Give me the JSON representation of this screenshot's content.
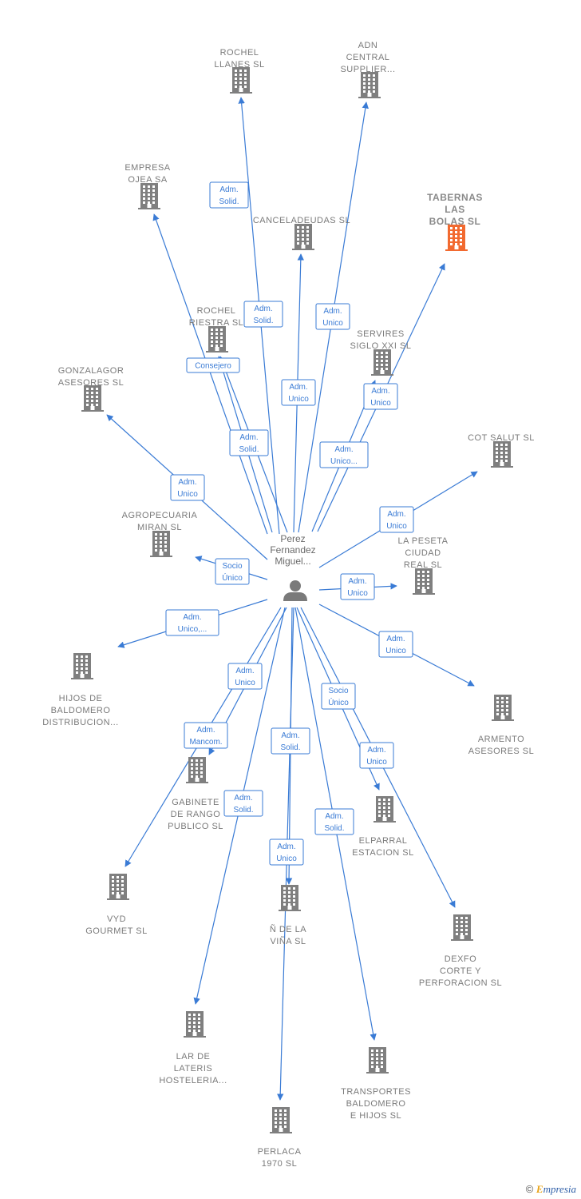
{
  "center": {
    "label_lines": [
      "Perez",
      "Fernandez",
      "Miguel..."
    ],
    "icon": "person-icon"
  },
  "nodes": [
    {
      "id": "rochel-llanes",
      "lines": [
        "ROCHEL",
        "LLANES  SL"
      ]
    },
    {
      "id": "adn-central",
      "lines": [
        "ADN",
        "CENTRAL",
        "SUPPLIER..."
      ]
    },
    {
      "id": "empresa-ojea",
      "lines": [
        "EMPRESA",
        "OJEA SA"
      ]
    },
    {
      "id": "tabernas",
      "lines": [
        "TABERNAS",
        "LAS",
        "BOLAS  SL"
      ],
      "highlight": true
    },
    {
      "id": "canceladeudas",
      "lines": [
        "CANCELADEUDAS SL"
      ]
    },
    {
      "id": "rochel-riestra",
      "lines": [
        "ROCHEL",
        "RIESTRA  SL"
      ]
    },
    {
      "id": "servires",
      "lines": [
        "SERVIRES",
        "SIGLO XXI  SL"
      ]
    },
    {
      "id": "gonzalagor",
      "lines": [
        "GONZALAGOR",
        "ASESORES  SL"
      ]
    },
    {
      "id": "cot-salut",
      "lines": [
        "COT SALUT SL"
      ]
    },
    {
      "id": "agropecuaria",
      "lines": [
        "AGROPECUARIA",
        "MIRAN  SL"
      ]
    },
    {
      "id": "la-peseta",
      "lines": [
        "LA PESETA",
        "CIUDAD",
        "REAL  SL"
      ]
    },
    {
      "id": "hijos-baldomero",
      "lines": [
        "HIJOS DE",
        "BALDOMERO",
        "DISTRIBUCION..."
      ]
    },
    {
      "id": "armento",
      "lines": [
        "ARMENTO",
        "ASESORES  SL"
      ]
    },
    {
      "id": "gabinete",
      "lines": [
        "GABINETE",
        "DE RANGO",
        "PUBLICO  SL"
      ]
    },
    {
      "id": "elparral",
      "lines": [
        "ELPARRAL",
        "ESTACION SL"
      ]
    },
    {
      "id": "vyd",
      "lines": [
        "VYD",
        "GOURMET  SL"
      ]
    },
    {
      "id": "n-vina",
      "lines": [
        "Ñ DE LA",
        "VIÑA SL"
      ]
    },
    {
      "id": "dexfo",
      "lines": [
        "DEXFO",
        "CORTE Y",
        "PERFORACION SL"
      ]
    },
    {
      "id": "lar-lateris",
      "lines": [
        "LAR DE",
        "LATERIS",
        "HOSTELERIA..."
      ]
    },
    {
      "id": "transportes",
      "lines": [
        "TRANSPORTES",
        "BALDOMERO",
        "E HIJOS SL"
      ]
    },
    {
      "id": "perlaca",
      "lines": [
        "PERLACA",
        "1970 SL"
      ]
    }
  ],
  "edges": [
    {
      "to": "rochel-llanes",
      "label": [
        "Adm.",
        "Solid."
      ]
    },
    {
      "to": "adn-central",
      "label": [
        "Adm.",
        "Unico"
      ]
    },
    {
      "to": "empresa-ojea",
      "label": [
        "Adm.",
        "Solid."
      ]
    },
    {
      "to": "tabernas",
      "label": [
        "Adm.",
        "Unico..."
      ]
    },
    {
      "to": "canceladeudas",
      "label": [
        "Adm.",
        "Unico"
      ]
    },
    {
      "to": "rochel-riestra",
      "label": [
        "Consejero"
      ]
    },
    {
      "to": "rochel-riestra",
      "label": [
        "Adm.",
        "Solid."
      ]
    },
    {
      "to": "servires",
      "label": [
        "Adm.",
        "Unico"
      ]
    },
    {
      "to": "gonzalagor",
      "label": [
        "Adm.",
        "Unico"
      ]
    },
    {
      "to": "cot-salut",
      "label": [
        "Adm.",
        "Unico"
      ]
    },
    {
      "to": "agropecuaria",
      "label": [
        "Socio",
        "Único"
      ]
    },
    {
      "to": "la-peseta",
      "label": [
        "Adm.",
        "Unico"
      ]
    },
    {
      "to": "hijos-baldomero",
      "label": [
        "Adm.",
        "Unico,..."
      ]
    },
    {
      "to": "armento",
      "label": [
        "Adm.",
        "Unico"
      ]
    },
    {
      "to": "gabinete",
      "label": [
        "Adm.",
        "Unico"
      ]
    },
    {
      "to": "vyd",
      "label": [
        "Adm.",
        "Mancom."
      ]
    },
    {
      "to": "elparral",
      "label": [
        "Adm.",
        "Unico"
      ]
    },
    {
      "to": "n-vina",
      "label": [
        "Adm.",
        "Solid."
      ]
    },
    {
      "to": "dexfo",
      "label": [
        "Socio",
        "Único"
      ]
    },
    {
      "to": "lar-lateris",
      "label": [
        "Adm.",
        "Solid."
      ]
    },
    {
      "to": "transportes",
      "label": [
        "Adm.",
        "Solid."
      ]
    },
    {
      "to": "perlaca",
      "label": [
        "Adm.",
        "Unico"
      ]
    }
  ],
  "colors": {
    "edge": "#3a7bd5",
    "building": "#7f7f7f",
    "highlight": "#f26a30",
    "person": "#7a7a7a"
  },
  "copyright": {
    "symbol": "©",
    "brand_initial": "E",
    "brand_rest": "mpresia"
  }
}
